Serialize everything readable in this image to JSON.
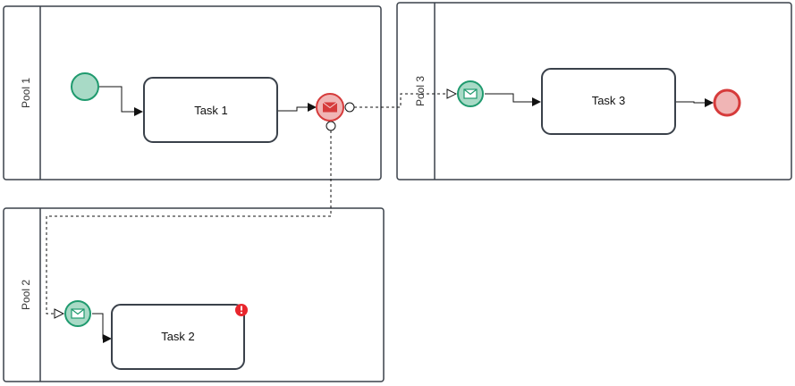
{
  "pools": [
    {
      "id": "pool1",
      "label": "Pool 1"
    },
    {
      "id": "pool2",
      "label": "Pool 2"
    },
    {
      "id": "pool3",
      "label": "Pool 3"
    }
  ],
  "tasks": [
    {
      "id": "task1",
      "label": "Task 1"
    },
    {
      "id": "task2",
      "label": "Task 2",
      "has_error_badge": true
    },
    {
      "id": "task3",
      "label": "Task 3"
    }
  ],
  "events": [
    {
      "id": "start1",
      "type": "start",
      "icon": "none",
      "pool": "pool1"
    },
    {
      "id": "msgEnd1",
      "type": "end",
      "icon": "envelope-icon",
      "pool": "pool1"
    },
    {
      "id": "msgStart3",
      "type": "start",
      "icon": "envelope-icon",
      "pool": "pool3"
    },
    {
      "id": "end3",
      "type": "end",
      "icon": "none",
      "pool": "pool3"
    },
    {
      "id": "msgStart2",
      "type": "start",
      "icon": "envelope-icon",
      "pool": "pool2"
    }
  ],
  "colors": {
    "start_fill": "#a8dac6",
    "start_stroke": "#1f9a6e",
    "end_fill": "#f0b5b5",
    "end_stroke": "#d63b3b",
    "error_badge": "#e8262d"
  }
}
